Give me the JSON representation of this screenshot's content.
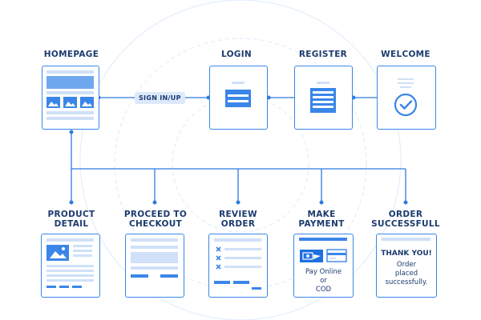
{
  "pages": {
    "homepage": "HOMEPAGE",
    "login": "LOGIN",
    "register": "REGISTER",
    "welcome": "WELCOME",
    "product_detail_1": "PRODUCT",
    "product_detail_2": "DETAIL",
    "checkout_1": "PROCEED TO",
    "checkout_2": "CHECKOUT",
    "review_1": "REVIEW",
    "review_2": "ORDER",
    "payment_1": "MAKE",
    "payment_2": "PAYMENT",
    "success_1": "ORDER",
    "success_2": "SUCCESSFULL"
  },
  "connector": {
    "sign_in_up": "SIGN IN/UP"
  },
  "payment_card": {
    "line1": "Pay Online",
    "line2": "or",
    "line3": "COD"
  },
  "success_card": {
    "heading": "THANK YOU!",
    "line1": "Order",
    "line2": "placed",
    "line3": "successfully."
  },
  "colors": {
    "accent": "#3a86e8",
    "light": "#d6e6fb",
    "text": "#1c3b6e",
    "line": "#2f7be0"
  }
}
